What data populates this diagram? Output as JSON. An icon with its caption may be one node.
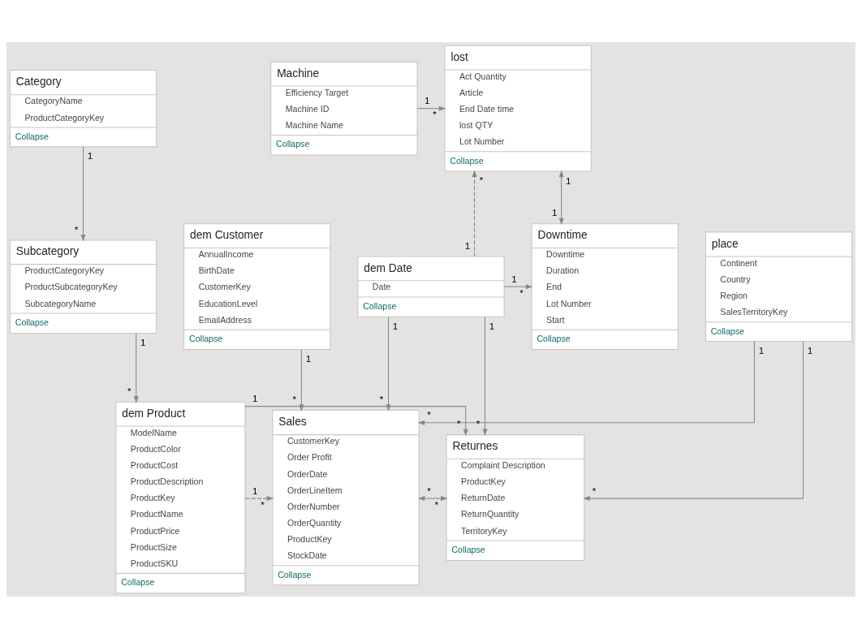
{
  "diagram": {
    "nodes": [
      {
        "text": [
          "Machine",
          "Efficiency Target",
          "Machine ID",
          "Machine Name",
          "Collapse"
        ]
      },
      {
        "text": [
          "lost",
          "Act Quantity",
          "Article",
          "End Date time",
          "lost QTY",
          "Lot Number",
          "Collapse"
        ]
      },
      {
        "text": [
          "Category",
          "CategoryName",
          "ProductCategoryKey",
          "Collapse"
        ]
      },
      {
        "text": [
          "dem Customer",
          "AnnualIncome",
          "BirthDate",
          "CustomerKey",
          "EducationLevel",
          "EmailAddress",
          "Collapse"
        ]
      },
      {
        "text": [
          "place",
          "Continent",
          "Country",
          "Region",
          "SalesTerritoryKey",
          "Collapse"
        ]
      },
      {
        "text": [
          "dem Date",
          "Date",
          "Collapse"
        ]
      },
      {
        "text": [
          "Downtime",
          "Downtime",
          "Duration",
          "End",
          "Lot Number",
          "Start",
          "Collapse"
        ]
      },
      {
        "text": [
          "Subcategory",
          "ProductCategoryKey",
          "ProductSubcategoryKey",
          "SubcategoryName",
          "Collapse"
        ]
      },
      {
        "text": [
          "dem Product",
          "ModelName",
          "ProductColor",
          "ProductCost",
          "ProductDescription",
          "ProductKey",
          "ProductName",
          "ProductPrice",
          "ProductSize",
          "ProductSKU",
          "Collapse"
        ]
      },
      {
        "text": [
          "Sales",
          "CustomerKey",
          "Order Profit",
          "OrderDate",
          "OrderLineItem",
          "OrderNumber",
          "OrderQuantity",
          "ProductKey",
          "StockDate",
          "Collapse"
        ]
      },
      {
        "text": [
          "Returnes",
          "Complaint Description",
          "ProductKey",
          "ReturnDate",
          "ReturnQuantity",
          "TerritoryKey",
          "Collapse"
        ]
      }
    ],
    "edges": [
      {
        "from": 0,
        "to": 1,
        "arrow": "to"
      },
      {
        "from": 1,
        "to": 6,
        "arrow": "both"
      },
      {
        "from": 5,
        "to": 1,
        "arrow": "to",
        "style": "dashed"
      },
      {
        "from": 2,
        "to": 7,
        "arrow": "to"
      },
      {
        "from": 5,
        "to": 6,
        "arrow": "to"
      },
      {
        "from": 7,
        "to": 8,
        "arrow": "to"
      },
      {
        "from": 3,
        "to": 9,
        "arrow": "to"
      },
      {
        "from": 4,
        "to": 9,
        "arrow": "to"
      },
      {
        "from": 4,
        "to": 10,
        "arrow": "to"
      },
      {
        "from": 5,
        "to": 9,
        "arrow": "to"
      },
      {
        "from": 5,
        "to": 10,
        "arrow": "to"
      },
      {
        "from": 8,
        "to": 9,
        "arrow": "to",
        "style": "dashed"
      },
      {
        "from": 8,
        "to": 10,
        "arrow": "to"
      },
      {
        "from": 9,
        "to": 10,
        "arrow": "both"
      }
    ],
    "labels": [
      "1",
      "*",
      "1",
      "1",
      "*",
      "1",
      "1",
      "*",
      "1",
      "*",
      "1",
      "1",
      "1",
      "1",
      "1",
      "1",
      "*",
      "*",
      "*",
      "*",
      "1",
      "1",
      "*",
      "*",
      "*",
      "*",
      "*",
      "*"
    ]
  }
}
